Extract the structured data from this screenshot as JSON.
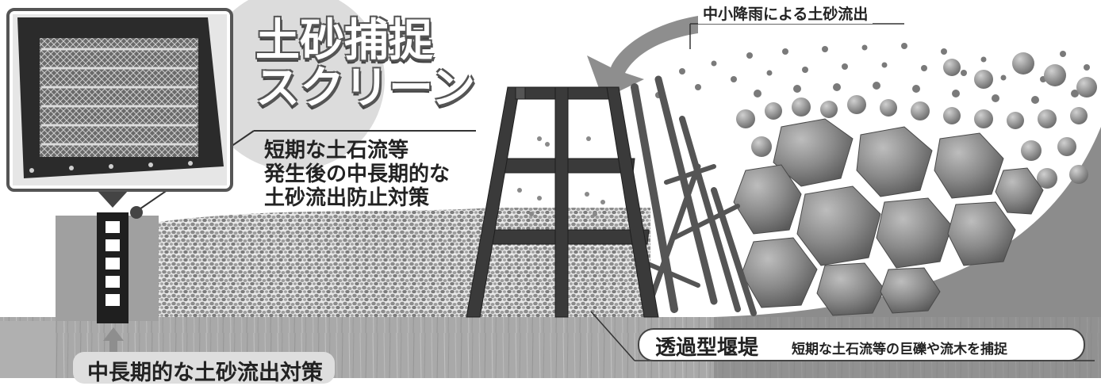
{
  "title": {
    "line1": "土砂捕捉",
    "line2": "スクリーン"
  },
  "screen_description": {
    "line1": "短期な土石流等",
    "line2": "発生後の中長期的な",
    "line3": "土砂流出防止対策"
  },
  "top_arrow_label": "中小降雨による土砂流出",
  "bottom_left_label": "中長期的な土砂流出対策",
  "dam_label": {
    "main": "透過型堰堤",
    "sub": "短期な土石流等の巨礫や流木を捕捉"
  }
}
